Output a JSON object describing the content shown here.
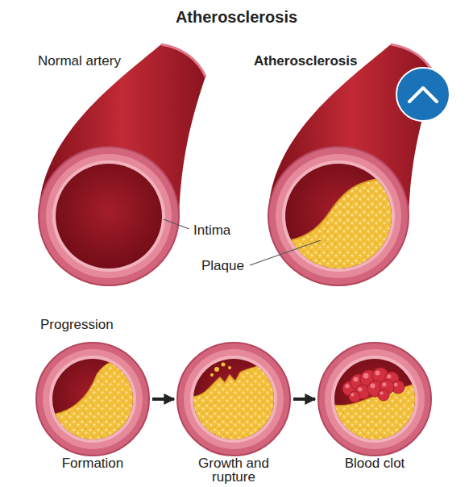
{
  "diagram": {
    "title": "Atherosclerosis",
    "nodes": [
      {
        "text": [
          "Formation"
        ]
      },
      {
        "text": [
          "Growth and rupture"
        ]
      },
      {
        "text": [
          "Blood clot"
        ]
      }
    ],
    "edges": [
      {
        "from": 0,
        "to": 1,
        "arrow": "to"
      },
      {
        "from": 1,
        "to": 2,
        "arrow": "to"
      }
    ],
    "labels": [
      "Normal artery",
      "Atherosclerosis",
      "Intima",
      "Plaque",
      "Progression"
    ]
  }
}
